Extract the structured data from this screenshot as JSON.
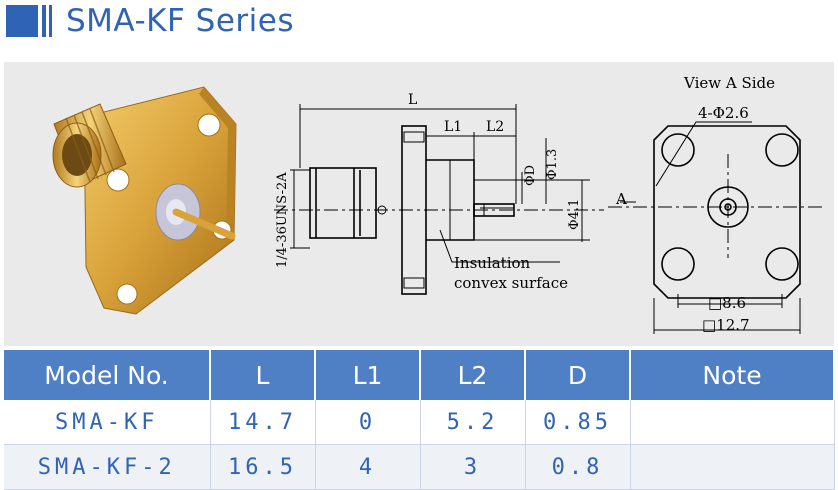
{
  "header": {
    "title": "SMA-KF Series",
    "accent_color": "#2f63b6"
  },
  "drawing": {
    "view_label": "View A Side",
    "dim_L": "L",
    "dim_L1": "L1",
    "dim_L2": "L2",
    "dim_D": "ΦD",
    "dim_pin": "Φ1.3",
    "dim_body": "Φ4.1",
    "thread": "1/4-36UNS-2A",
    "insulation_line1": "Insulation",
    "insulation_line2": "convex surface",
    "hole": "4-Φ2.6",
    "arrow_A": "A",
    "square_inner": "□8.6",
    "square_outer": "□12.7"
  },
  "table": {
    "headers": [
      "Model No.",
      "L",
      "L1",
      "L2",
      "D",
      "Note"
    ],
    "rows": [
      [
        "SMA-KF",
        "14.7",
        "0",
        "5.2",
        "0.85",
        ""
      ],
      [
        "SMA-KF-2",
        "16.5",
        "4",
        "3",
        "0.8",
        ""
      ]
    ]
  },
  "colors": {
    "table_header_bg": "#4f7fc4",
    "table_text": "#2f63b6",
    "gold": "#d9a23a",
    "panel_bg": "#eaeaea"
  }
}
